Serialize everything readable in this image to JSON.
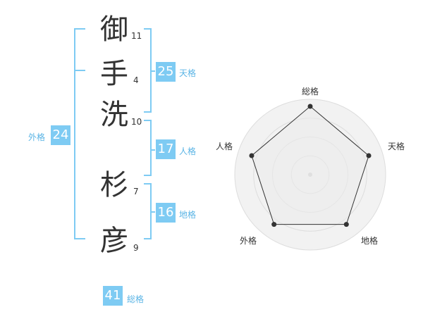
{
  "name": {
    "chars": [
      {
        "char": "御",
        "strokes": "11"
      },
      {
        "char": "手",
        "strokes": "4"
      },
      {
        "char": "洗",
        "strokes": "10"
      },
      {
        "char": "杉",
        "strokes": "7"
      },
      {
        "char": "彦",
        "strokes": "9"
      }
    ]
  },
  "fortune": {
    "tenkaku": {
      "value": "25",
      "label": "天格"
    },
    "jinkaku": {
      "value": "17",
      "label": "人格"
    },
    "chikaku": {
      "value": "16",
      "label": "地格"
    },
    "gaikaku": {
      "value": "24",
      "label": "外格"
    },
    "soukaku": {
      "value": "41",
      "label": "総格"
    }
  },
  "colors": {
    "accent": "#7ecbf3",
    "accent_text": "#5ab4e5"
  },
  "chart_data": {
    "type": "radar",
    "axes": [
      "総格",
      "天格",
      "地格",
      "外格",
      "人格"
    ],
    "values": [
      1.0,
      0.9,
      0.9,
      0.9,
      0.9
    ],
    "max": 1.0,
    "rings": 4,
    "grid": true
  }
}
